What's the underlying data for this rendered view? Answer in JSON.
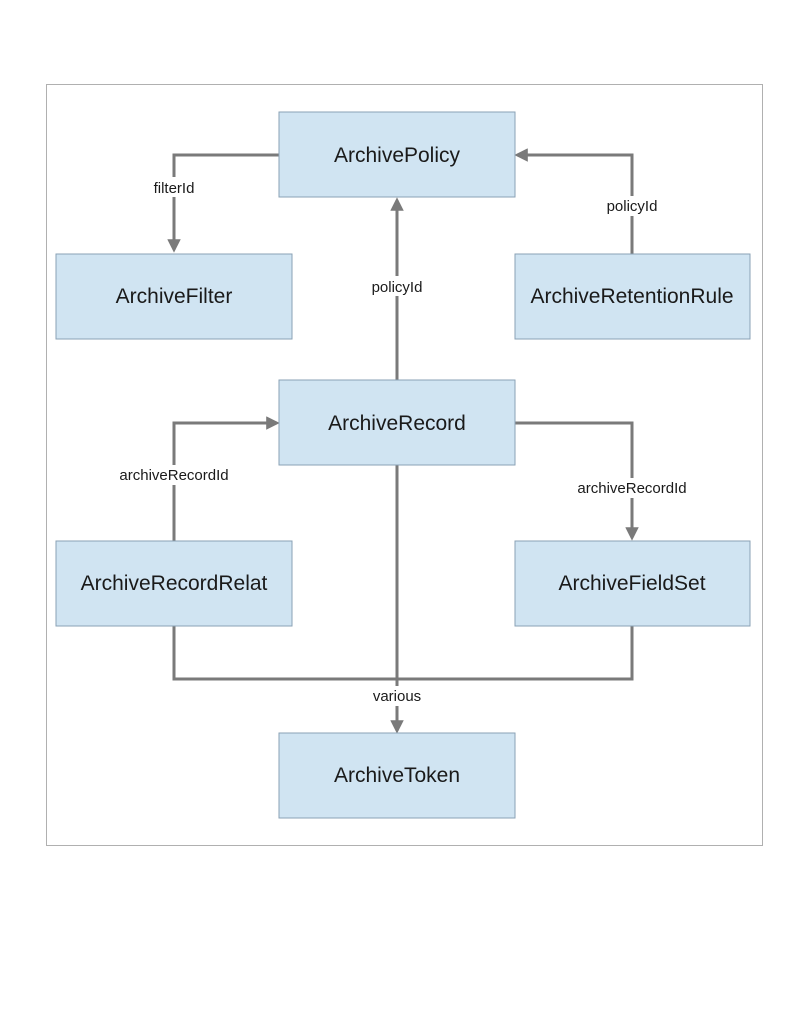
{
  "colors": {
    "node_fill": "#d0e4f2",
    "edge": "#7a7a7a",
    "frame_border": "#b0b0b0"
  },
  "nodes": {
    "archive_policy": "ArchivePolicy",
    "archive_filter": "ArchiveFilter",
    "archive_retention_rule": "ArchiveRetentionRule",
    "archive_record": "ArchiveRecord",
    "archive_record_relat": "ArchiveRecordRelat",
    "archive_field_set": "ArchiveFieldSet",
    "archive_token": "ArchiveToken"
  },
  "edges": {
    "policy_to_filter": "filterId",
    "retention_to_policy": "policyId",
    "record_to_policy": "policyId",
    "relat_to_record": "archiveRecordId",
    "record_to_fieldset": "archiveRecordId",
    "to_token": "various"
  }
}
